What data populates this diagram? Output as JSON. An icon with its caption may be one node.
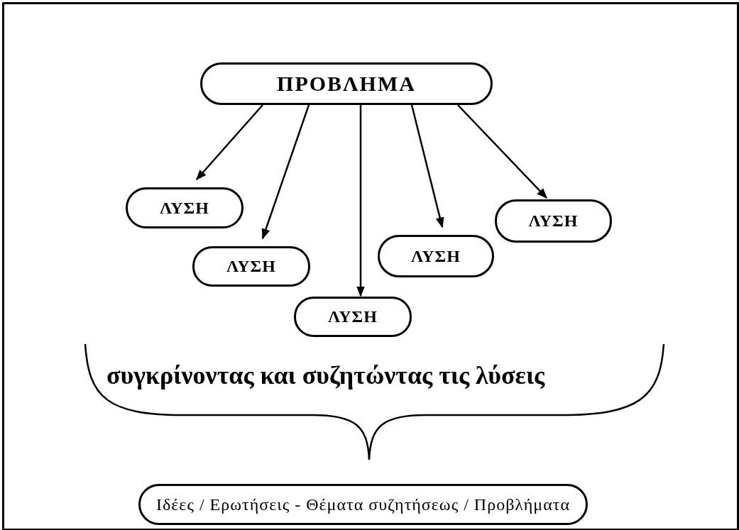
{
  "diagram": {
    "nodes": [
      {
        "text": [
          "ΠΡΟΒΛΗΜΑ"
        ]
      },
      {
        "text": [
          "ΛΥΣΗ"
        ]
      },
      {
        "text": [
          "ΛΥΣΗ"
        ]
      },
      {
        "text": [
          "ΛΥΣΗ"
        ]
      },
      {
        "text": [
          "ΛΥΣΗ"
        ]
      },
      {
        "text": [
          "ΛΥΣΗ"
        ]
      },
      {
        "text": [
          "Ιδέες / Ερωτήσεις - Θέματα συζητήσεως / Προβλήματα"
        ]
      }
    ],
    "edges": [
      {
        "from": 0,
        "to": 1,
        "arrow": "to"
      },
      {
        "from": 0,
        "to": 2,
        "arrow": "to"
      },
      {
        "from": 0,
        "to": 3,
        "arrow": "to"
      },
      {
        "from": 0,
        "to": 4,
        "arrow": "to"
      },
      {
        "from": 0,
        "to": 5,
        "arrow": "to"
      }
    ],
    "labels": [
      "συγκρίνοντας και συζητώντας τις λύσεις"
    ]
  }
}
